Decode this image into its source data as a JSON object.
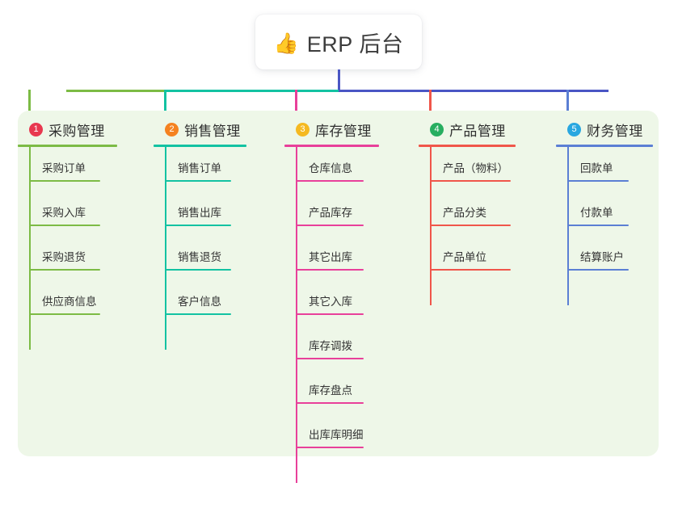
{
  "diagram": {
    "type": "mindmap",
    "background_color": "#ffffff",
    "canvas_color": "#eef7e8"
  },
  "root": {
    "icon": "thumbs-up-icon",
    "emoji": "👍",
    "title": "ERP 后台",
    "connector_color": "#4a56c4"
  },
  "connector_bar": {
    "segments": [
      {
        "color": "#7cbb45"
      },
      {
        "color": "#13c2a2"
      },
      {
        "color": "#4a56c4"
      },
      {
        "color": "#4a56c4"
      }
    ]
  },
  "branches": [
    {
      "number": "1",
      "title": "采购管理",
      "badge_color": "#e8384f",
      "line_color": "#7cbb45",
      "drop_color": "#7cbb45",
      "items": [
        "采购订单",
        "采购入库",
        "采购退货",
        "供应商信息"
      ]
    },
    {
      "number": "2",
      "title": "销售管理",
      "badge_color": "#f58220",
      "line_color": "#13c2a2",
      "drop_color": "#13c2a2",
      "items": [
        "销售订单",
        "销售出库",
        "销售退货",
        "客户信息"
      ]
    },
    {
      "number": "3",
      "title": "库存管理",
      "badge_color": "#f5b921",
      "line_color": "#e8409a",
      "drop_color": "#e8409a",
      "items": [
        "仓库信息",
        "产品库存",
        "其它出库",
        "其它入库",
        "库存调拨",
        "库存盘点",
        "出库库明细"
      ]
    },
    {
      "number": "4",
      "title": "产品管理",
      "badge_color": "#27ae60",
      "line_color": "#f0564a",
      "drop_color": "#f0564a",
      "items": [
        "产品（物料）",
        "产品分类",
        "产品单位"
      ]
    },
    {
      "number": "5",
      "title": "财务管理",
      "badge_color": "#29a7e0",
      "line_color": "#5b7fd4",
      "drop_color": "#5b7fd4",
      "items": [
        "回款单",
        "付款单",
        "结算账户"
      ]
    }
  ]
}
